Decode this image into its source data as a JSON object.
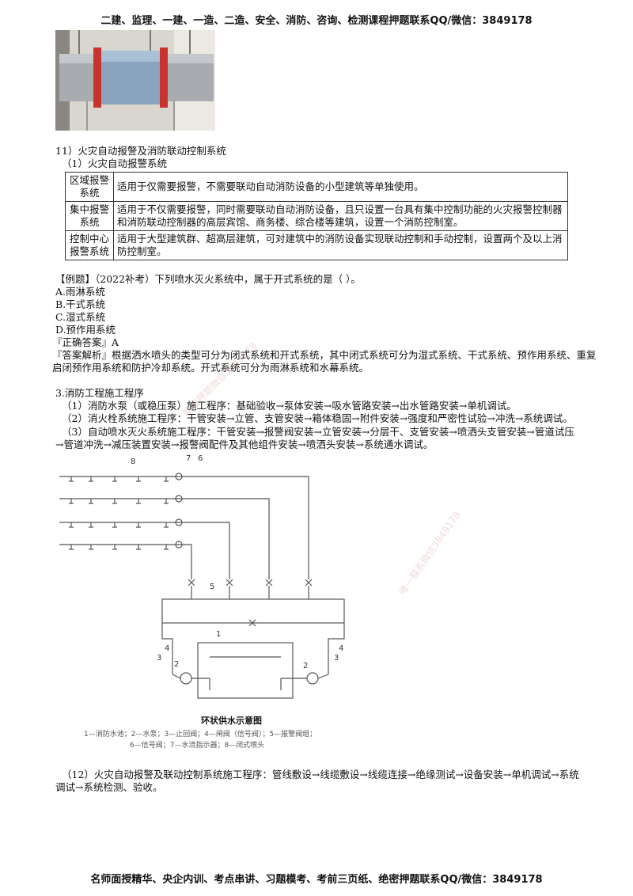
{
  "header": "二建、监理、一建、一造、二造、安全、消防、咨询、检测课程押题联系QQ/微信：3849178",
  "footer": "名师面授精华、央企内训、考点串讲、习题模考、考前三页纸、绝密押题联系QQ/微信：3849178",
  "section11": {
    "title": "11）火灾自动报警及消防联动控制系统",
    "sub": "（1）火灾自动报警系统",
    "rows": [
      {
        "name1": "区域报警",
        "name2": "系统",
        "desc": "适用于仅需要报警，不需要联动自动消防设备的小型建筑等单独使用。"
      },
      {
        "name1": "集中报警",
        "name2": "系统",
        "desc": "适用于不仅需要报警，同时需要联动自动消防设备，且只设置一台具有集中控制功能的火灾报警控制器和消防联动控制器的高层宾馆、商务楼、综合楼等建筑，设置一个消防控制室。"
      },
      {
        "name1": "控制中心",
        "name2": "报警系统",
        "desc": "适用于大型建筑群、超高层建筑，可对建筑中的消防设备实现联动控制和手动控制，设置两个及以上消防控制室。"
      }
    ]
  },
  "example": {
    "question": "【例题】（2022补考）下列喷水灭火系统中，属于开式系统的是（ ）。",
    "options": [
      "A.雨淋系统",
      "B.干式系统",
      "C.湿式系统",
      "D.预作用系统"
    ],
    "answer": "『正确答案』A",
    "analysis1": "『答案解析』根据洒水喷头的类型可分为闭式系统和开式系统，其中闭式系统可分为湿式系统、干式系统、预作用系统、重复",
    "analysis2": "启闭预作用系统和防护冷却系统。开式系统可分为雨淋系统和水幕系统。"
  },
  "section3": {
    "title": "3.消防工程施工程序",
    "p1": "（1）消防水泵（或稳压泵）施工程序：基础验收→泵体安装→吸水管路安装→出水管路安装→单机调试。",
    "p2": "（2）消火栓系统施工程序：干管安装→立管、支管安装→箱体稳固→附件安装→强度和严密性试验→冲洗→系统调试。",
    "p3a": "（3）自动喷水灭火系统施工程序：干管安装→报警阀安装→立管安装→分层干、支管安装→喷洒头支管安装→管道试压",
    "p3b": "→管道冲洗→减压装置安装→报警阀配件及其他组件安装→喷洒头安装→系统通水调试。"
  },
  "diagram": {
    "title": "环状供水示意图",
    "legend1": "1—消防水池；2—水泵；3—止回阀；4—闸阀（信号阀）；5—报警阀组；",
    "legend2": "6—信号阀；7—水流指示器；8—闭式喷头",
    "labels": [
      "1",
      "2",
      "2",
      "3",
      "3",
      "4",
      "4",
      "5",
      "6",
      "7",
      "8"
    ]
  },
  "section12": {
    "line1": "（12）火灾自动报警及联动控制系统施工程序：管线敷设→线缆敷设→线缆连接→绝缘测试→设备安装→单机调试→系统",
    "line2": "调试→系统检测、验收。"
  },
  "watermarks": [
    "精准押题微信3849178",
    "唯一联系微信3849178"
  ]
}
